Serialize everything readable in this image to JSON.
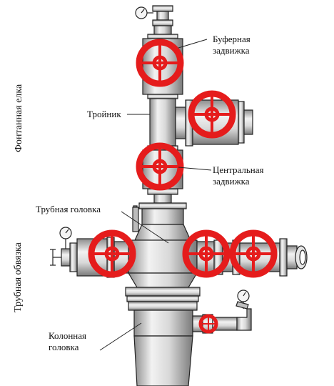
{
  "labels": {
    "bufernaya": [
      "Буферная",
      "задвижка"
    ],
    "troynik": "Тройник",
    "centralnaya": [
      "Центральная",
      "задвижка"
    ],
    "trubnaya_golovka": "Трубная головка",
    "kolonnaya": [
      "Колонная",
      "головка"
    ],
    "fontannaya_elka": "Фонтанная елка",
    "trubnaya_obvyazka": "Трубная обвязка"
  },
  "colors": {
    "valve_wheel": "#e51c1c",
    "steel_light": "#e6e6e6",
    "steel_mid": "#c4c4c4",
    "steel_dark": "#8c8c8c",
    "outline": "#222222"
  },
  "icons": [
    "pressure-gauge-icon",
    "valve-handwheel-icon"
  ]
}
